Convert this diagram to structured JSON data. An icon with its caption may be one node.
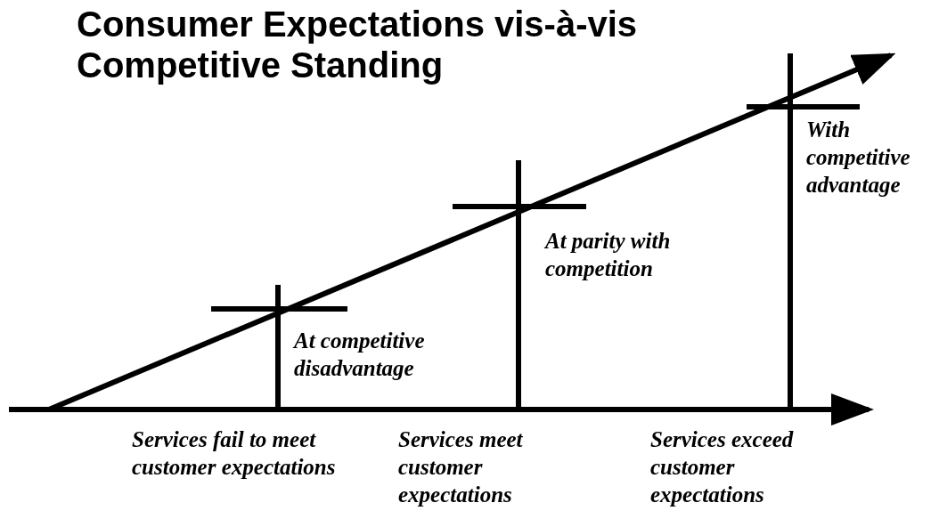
{
  "diagram": {
    "title": "Consumer Expectations vis-à-vis Competitive Standing",
    "labels": [
      "With competitive advantage",
      "At parity with competition",
      "At competitive disadvantage",
      "Services fail to meet customer expectations",
      "Services meet customer expectations",
      "Services exceed customer expectations"
    ]
  }
}
